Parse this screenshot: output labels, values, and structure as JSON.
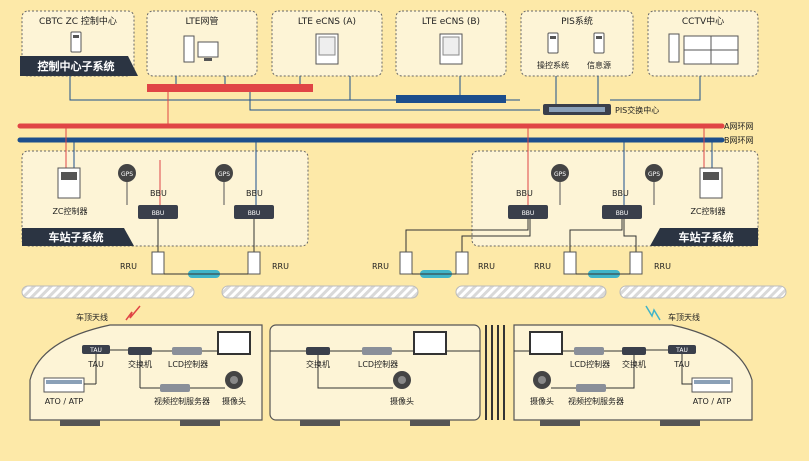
{
  "control_center": {
    "boxes": [
      {
        "id": "cbtc",
        "label": "CBTC ZC 控制中心"
      },
      {
        "id": "lte_mgmt",
        "label": "LTE网管"
      },
      {
        "id": "ecns_a",
        "label": "LTE eCNS (A)"
      },
      {
        "id": "ecns_b",
        "label": "LTE eCNS (B)"
      },
      {
        "id": "pis",
        "label": "PIS系统"
      },
      {
        "id": "cctv",
        "label": "CCTV中心"
      }
    ],
    "pis_sub": {
      "ops": "操控系统",
      "source": "信息源"
    },
    "subsystem_banner": "控制中心子系统",
    "pis_switch": "PIS交换中心"
  },
  "rings": {
    "a": "A网环网",
    "b": "B网环网"
  },
  "station": {
    "banner": "车站子系统",
    "gps": "GPS",
    "bbu": "BBU",
    "zc": "ZC控制器"
  },
  "track": {
    "rru": "RRU"
  },
  "train": {
    "antenna": "车顶天线",
    "tau_chip": "TAU",
    "tau": "TAU",
    "switch": "交换机",
    "lcd": "LCD控制器",
    "video_server": "视频控制服务器",
    "camera": "摄像头",
    "atp": "ATO / ATP"
  },
  "colors": {
    "background": "#fde9a8",
    "red_line": "#e04545",
    "blue_line": "#1c4e8c",
    "teal": "#40b4c8",
    "dark": "#333333"
  }
}
